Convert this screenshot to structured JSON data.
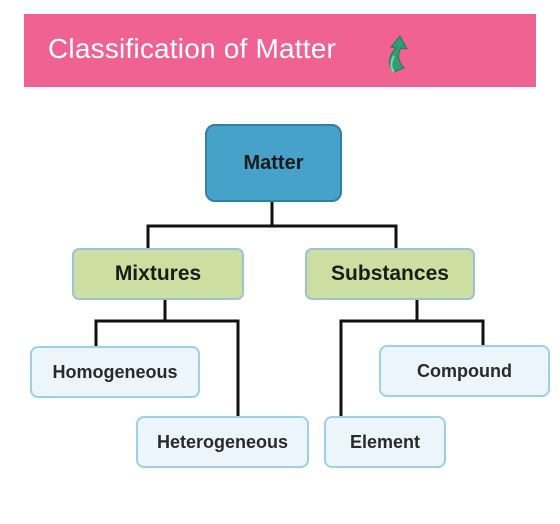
{
  "header": {
    "title": "Classification of Matter",
    "icon": "curved-arrow-up-icon",
    "background": "#f06292",
    "icon_color": "#2e9e6e"
  },
  "diagram": {
    "root": {
      "label": "Matter",
      "color": "#46a2c8"
    },
    "level1": [
      {
        "label": "Mixtures",
        "color": "#cddfa0"
      },
      {
        "label": "Substances",
        "color": "#cddfa0"
      }
    ],
    "mixtures_children": [
      {
        "label": "Homogeneous"
      },
      {
        "label": "Heterogeneous"
      }
    ],
    "substances_children": [
      {
        "label": "Compound"
      },
      {
        "label": "Element"
      }
    ],
    "leaf_color": "#ecf5fb",
    "connector_color": "#111111"
  }
}
